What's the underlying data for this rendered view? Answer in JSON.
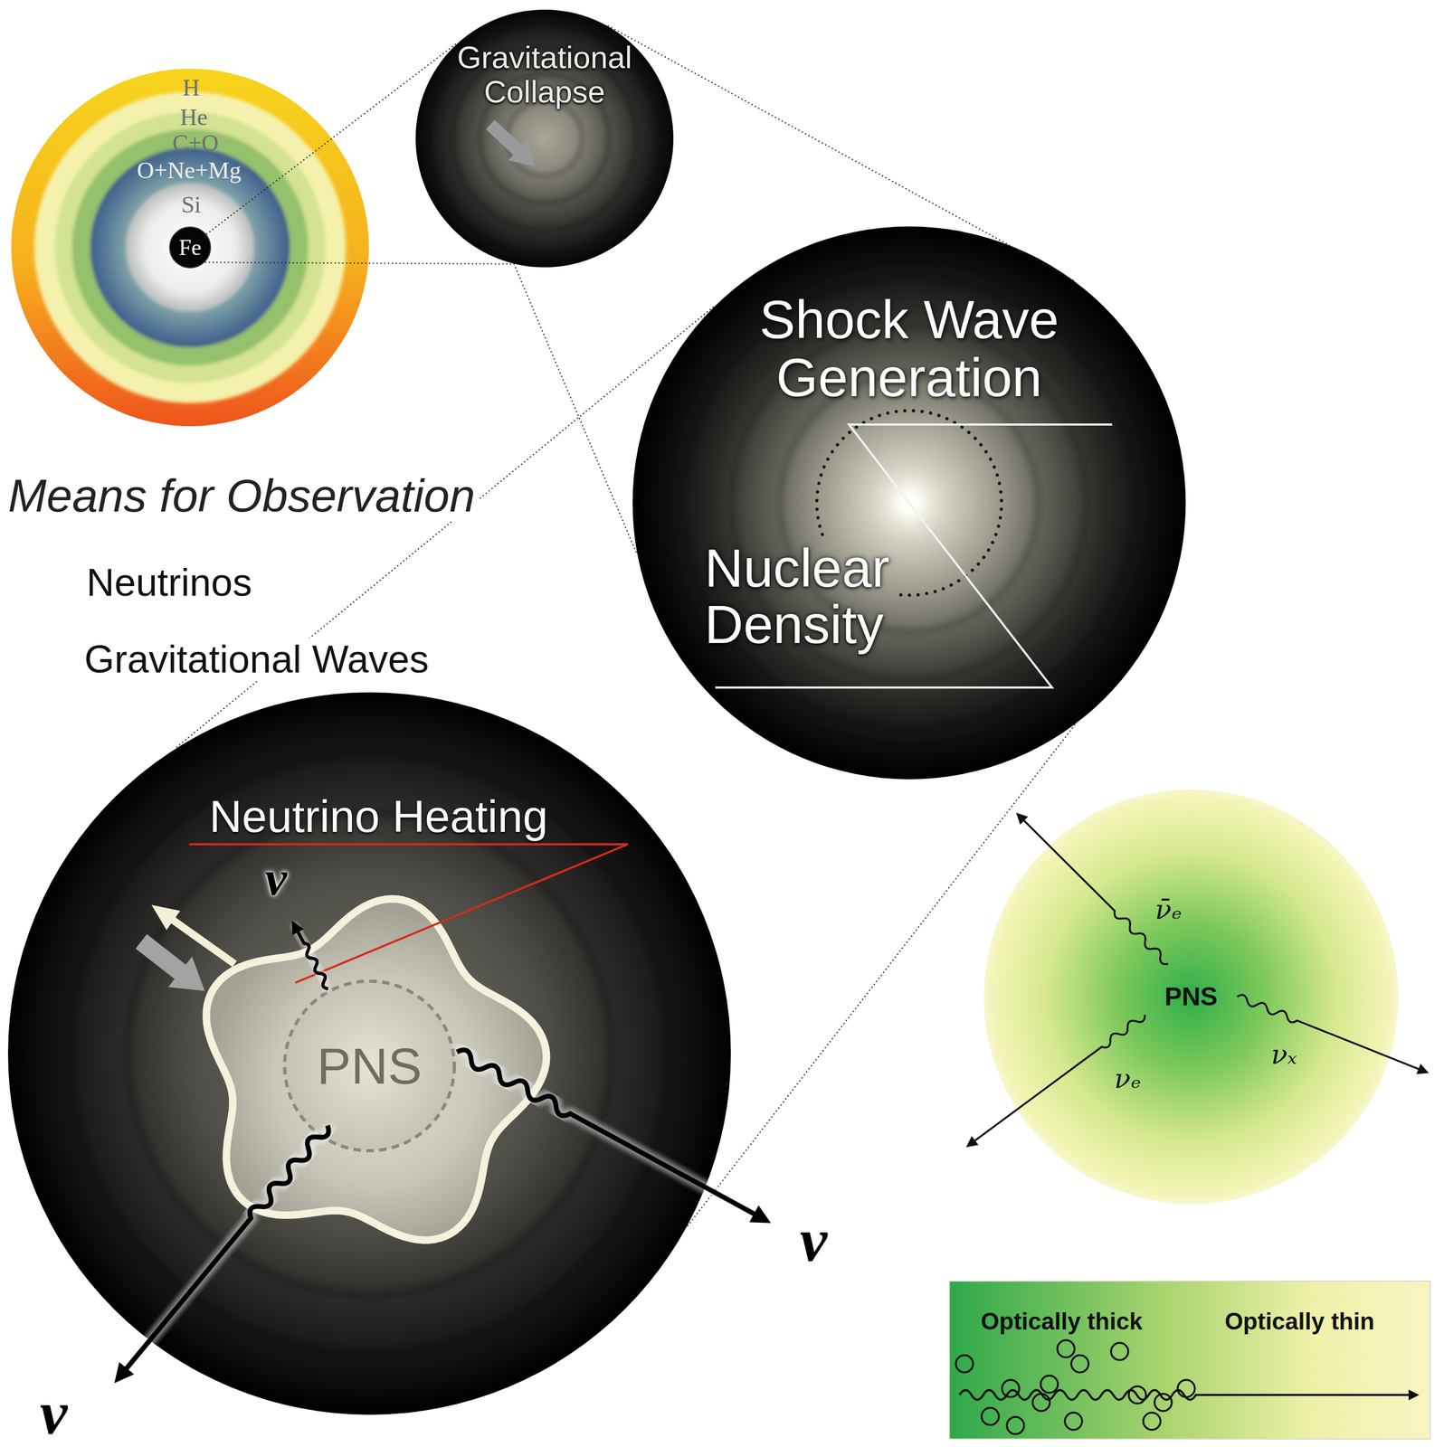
{
  "diagram": {
    "nodes": [
      {
        "text": [
          "H",
          "He",
          "C+O",
          "O+Ne+Mg",
          "Si"
        ]
      },
      {
        "text": [
          "Fe"
        ],
        "in": 0
      },
      {
        "text": [
          "Gravitational Collapse"
        ]
      },
      {
        "text": [
          "Shock Wave Generation",
          "Nuclear Density"
        ]
      },
      {
        "text": [
          "Neutrino Heating"
        ]
      },
      {
        "text": [
          "PNS"
        ],
        "in": 4
      },
      {
        "text": [
          "ν̄ₑ",
          "PNS",
          "νₓ",
          "νₑ"
        ]
      },
      {
        "text": [
          "Optically thick",
          "Optically thin"
        ]
      }
    ],
    "edges": [
      {
        "from": 1,
        "to": 2,
        "arrow": "none"
      },
      {
        "from": 2,
        "to": 3,
        "arrow": "none"
      },
      {
        "from": 3,
        "to": 4,
        "arrow": "none"
      }
    ],
    "labels": [
      "Means for Observation",
      "Neutrinos",
      "Gravitational Waves",
      "ν",
      "ν",
      "ν"
    ]
  }
}
